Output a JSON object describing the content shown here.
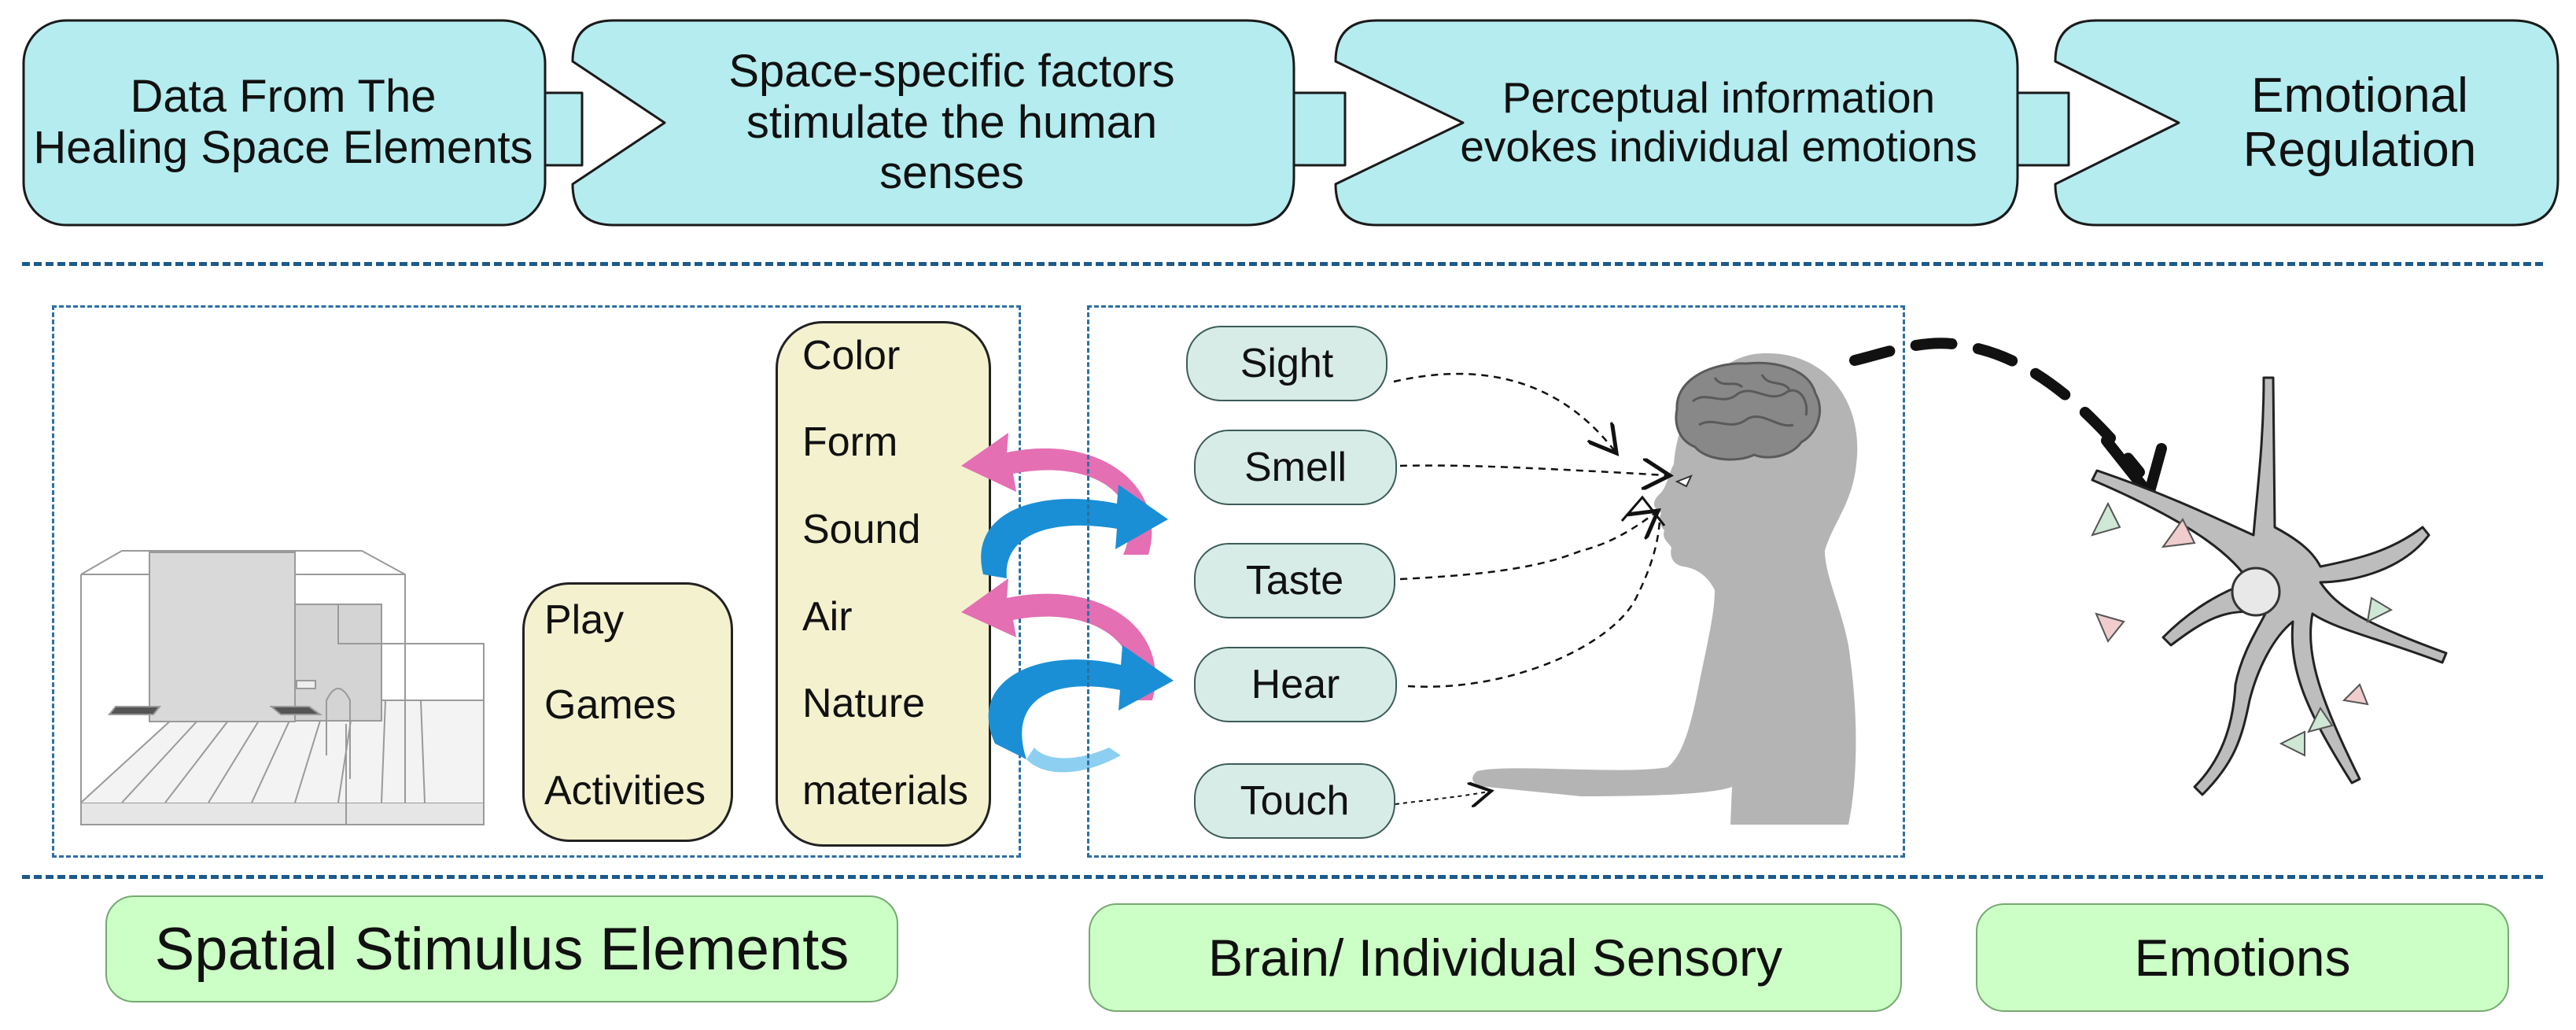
{
  "flow": {
    "steps": [
      {
        "line1": "Data From The",
        "line2": "Healing Space Elements"
      },
      {
        "line1": "Space-specific factors",
        "line2": "stimulate the human senses"
      },
      {
        "line1": "Perceptual information",
        "line2": "evokes individual emotions"
      },
      {
        "line1": "Emotional",
        "line2": "Regulation"
      }
    ],
    "fill_color": "#b4ecef"
  },
  "activities": [
    "Play",
    "Games",
    "Activities"
  ],
  "factors": [
    "Color",
    "Form",
    "Sound",
    "Air",
    "Nature",
    "materials"
  ],
  "senses": [
    "Sight",
    "Smell",
    "Taste",
    "Hear",
    "Touch"
  ],
  "categories": {
    "spatial": "Spatial Stimulus Elements",
    "brain": "Brain/ Individual Sensory",
    "emotions": "Emotions"
  },
  "icons": [
    "room-model-icon",
    "cycle-arrows-icon",
    "human-head-brain-icon",
    "neuron-icon"
  ],
  "colors": {
    "factor_box": "#f4f1cf",
    "sense_pill": "#d7ece7",
    "category_box": "#ccffc6",
    "divider": "#1b5a8c",
    "arrow_pink": "#e46fb2",
    "arrow_blue": "#1a8fd6"
  }
}
